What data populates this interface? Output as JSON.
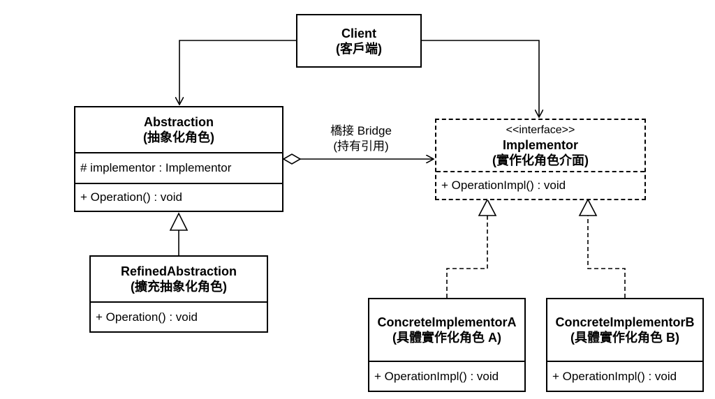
{
  "client": {
    "title": "Client",
    "subtitle": "(客戶端)"
  },
  "abstraction": {
    "title": "Abstraction",
    "subtitle": "(抽象化角色)",
    "attribute": "# implementor : Implementor",
    "operation": "+ Operation() : void"
  },
  "refined": {
    "title": "RefinedAbstraction",
    "subtitle": "(擴充抽象化角色)",
    "operation": "+ Operation() : void"
  },
  "implementor": {
    "stereotype": "<<interface>>",
    "title": "Implementor",
    "subtitle": "(實作化角色介面)",
    "operation": "+ OperationImpl() : void"
  },
  "concrete_a": {
    "title": "ConcreteImplementorA",
    "subtitle": "(具體實作化角色 A)",
    "operation": "+ OperationImpl() : void"
  },
  "concrete_b": {
    "title": "ConcreteImplementorB",
    "subtitle": "(具體實作化角色 B)",
    "operation": "+ OperationImpl() : void"
  },
  "bridge": {
    "label": "橋接 Bridge",
    "sublabel": "(持有引用)"
  }
}
